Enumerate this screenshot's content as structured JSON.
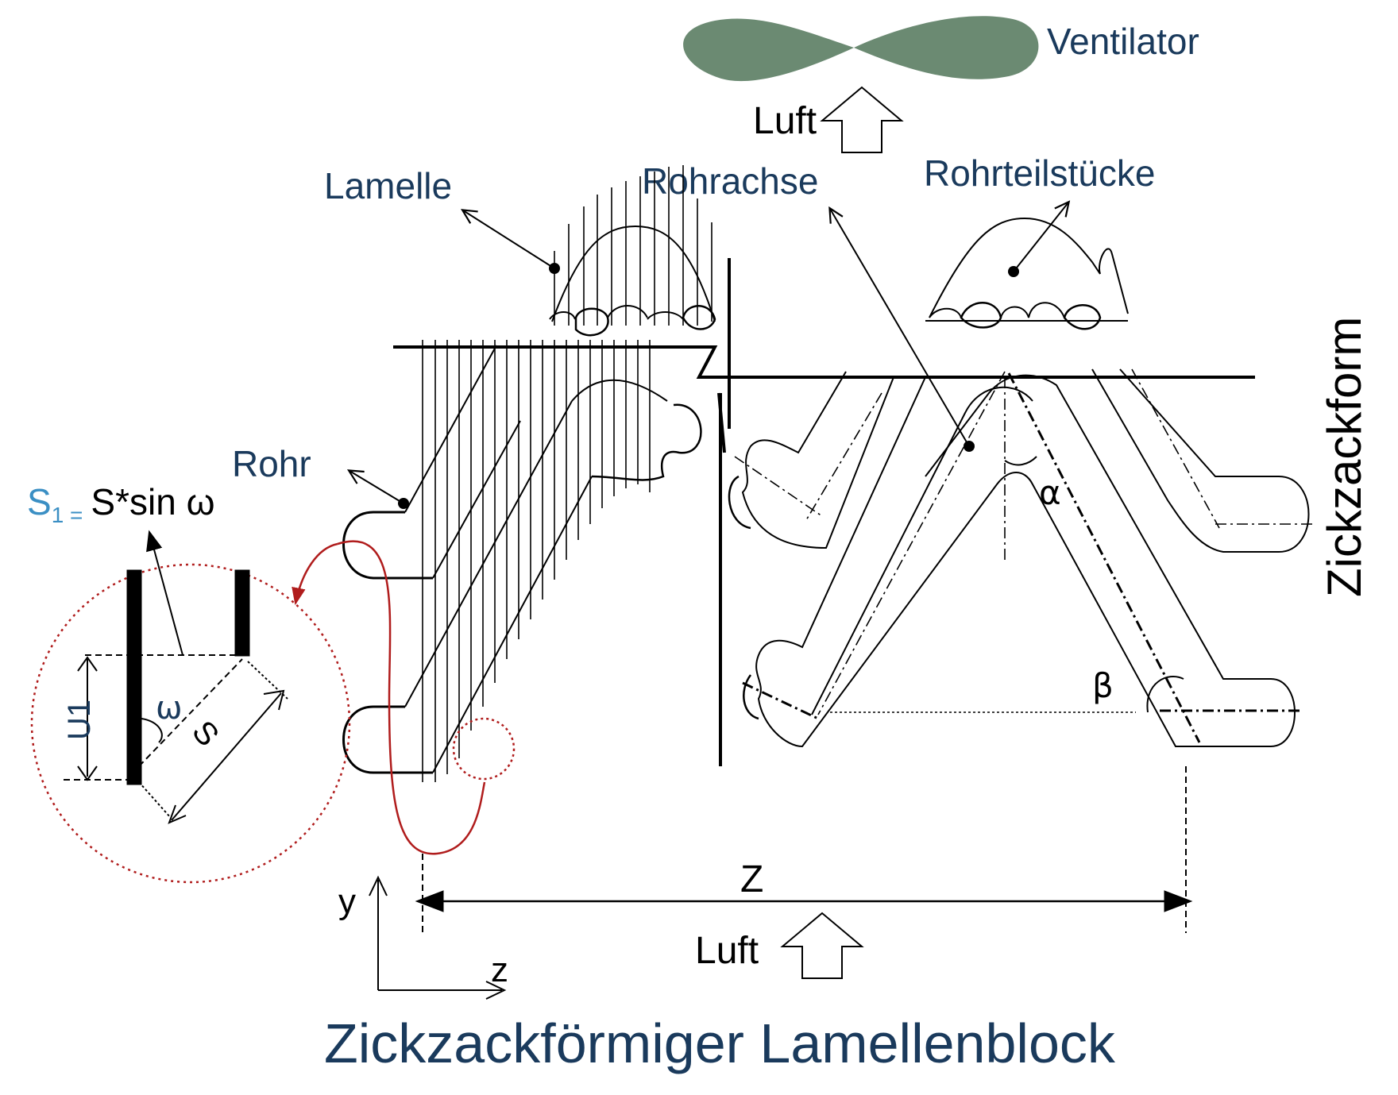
{
  "title": "Zickzackförmiger Lamellenblock",
  "labels": {
    "ventilator": "Ventilator",
    "luft_top": "Luft",
    "luft_bottom": "Luft",
    "lamelle": "Lamelle",
    "rohrachse": "Rohrachse",
    "rohrteilstuecke": "Rohrteilstücke",
    "zickzackform": "Zickzackform",
    "rohr": "Rohr",
    "alpha": "α",
    "beta": "β",
    "z_dim": "Z",
    "axis_y": "y",
    "axis_z": "z"
  },
  "formula": {
    "s1": "S",
    "sub": "1",
    "eq": " =",
    "rhs": "S*sin ω"
  },
  "detail": {
    "u1": "U1",
    "omega": "ω",
    "s": "S"
  },
  "colors": {
    "text_blue": "#1a3a5c",
    "formula_blue": "#3b8fc4",
    "fan_green": "#6b8a72",
    "detail_red": "#b01c1c"
  }
}
